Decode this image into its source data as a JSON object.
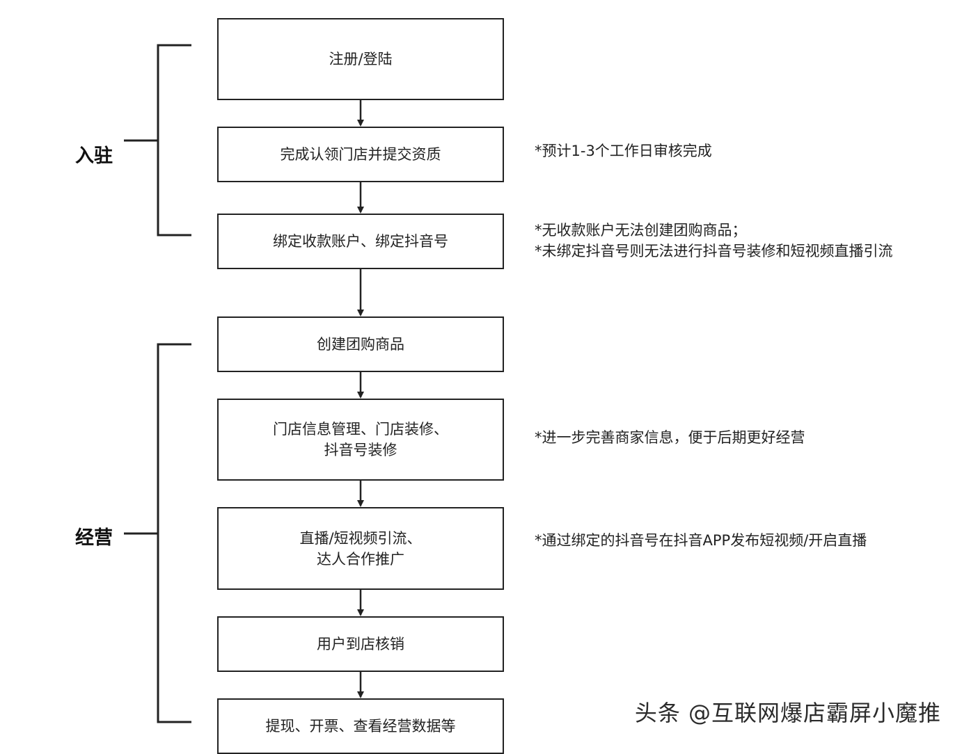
{
  "phases": [
    {
      "label": "入驻"
    },
    {
      "label": "经营"
    }
  ],
  "steps": [
    {
      "lines": [
        "注册/登陆"
      ]
    },
    {
      "lines": [
        "完成认领门店并提交资质"
      ]
    },
    {
      "lines": [
        "绑定收款账户、绑定抖音号"
      ]
    },
    {
      "lines": [
        "创建团购商品"
      ]
    },
    {
      "lines": [
        "门店信息管理、门店装修、",
        "抖音号装修"
      ]
    },
    {
      "lines": [
        "直播/短视频引流、",
        "达人合作推广"
      ]
    },
    {
      "lines": [
        "用户到店核销"
      ]
    },
    {
      "lines": [
        "提现、开票、查看经营数据等"
      ]
    }
  ],
  "notes": [
    {
      "lines": [
        "*预计1-3个工作日审核完成"
      ]
    },
    {
      "lines": [
        "*无收款账户无法创建团购商品；",
        "*未绑定抖音号则无法进行抖音号装修和短视频直播引流"
      ]
    },
    {
      "lines": [
        "*进一步完善商家信息，便于后期更好经营"
      ]
    },
    {
      "lines": [
        "*通过绑定的抖音号在抖音APP发布短视频/开启直播"
      ]
    }
  ],
  "watermark": "头条 @互联网爆店霸屏小魔推",
  "colors": {
    "line": "#222222",
    "text": "#222222",
    "background": "#ffffff"
  }
}
